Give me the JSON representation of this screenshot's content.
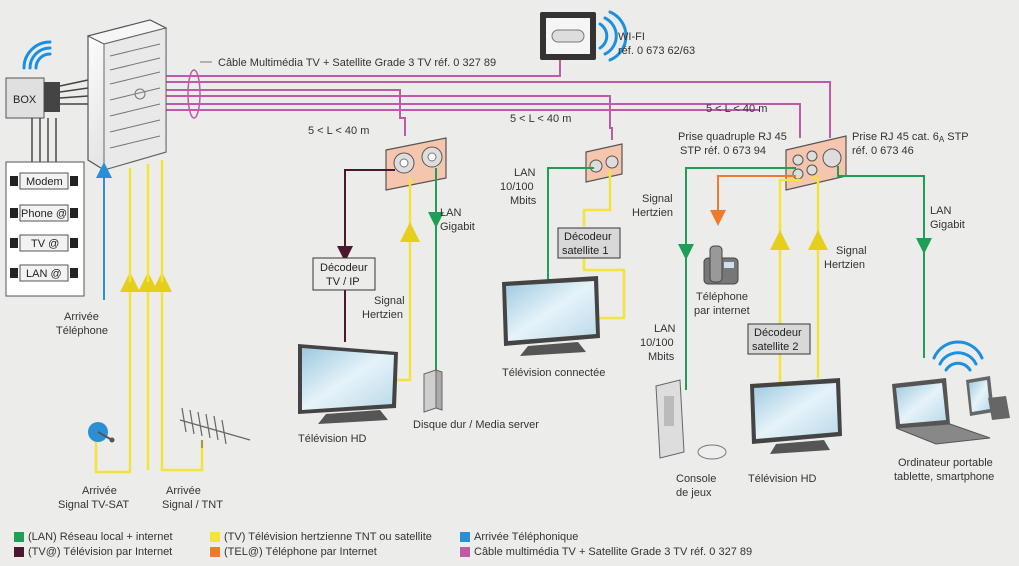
{
  "labels": {
    "box": "BOX",
    "modem": "Modem",
    "phone_at": "Phone @",
    "tv_at": "TV @",
    "lan_at": "LAN @",
    "arrivee_telephone_1": "Arrivée",
    "arrivee_telephone_2": "Téléphone",
    "arrivee_sat_1": "Arrivée",
    "arrivee_sat_2": "Signal TV-SAT",
    "arrivee_tnt_1": "Arrivée",
    "arrivee_tnt_2": "Signal / TNT",
    "cable_multimedia": "Câble Multimédia TV + Satellite Grade 3 TV réf. 0 327 89",
    "wifi_1": "WI-FI",
    "wifi_2": "réf. 0 673 62/63",
    "len_1": "5 < L < 40 m",
    "len_2": "5 < L < 40 m",
    "len_3": "5 < L < 40 m",
    "prise_quad_1": "Prise quadruple RJ 45",
    "prise_quad_2": "STP réf. 0 673 94",
    "prise_rj45_1": "Prise RJ 45 cat. 6",
    "prise_rj45_sub": "A",
    "prise_rj45_1b": " STP",
    "prise_rj45_2": "réf. 0 673 46",
    "decodeur_tvip_1": "Décodeur",
    "decodeur_tvip_2": "TV / IP",
    "lan_gigabit_a_1": "LAN",
    "lan_gigabit_a_2": "Gigabit",
    "signal_hertzien_a_1": "Signal",
    "signal_hertzien_a_2": "Hertzien",
    "tv_hd_1": "Télévision HD",
    "disque_dur": "Disque dur / Media server",
    "lan_100_a_1": "LAN",
    "lan_100_a_2": "10/100",
    "lan_100_a_3": "Mbits",
    "decodeur_sat1_1": "Décodeur",
    "decodeur_sat1_2": "satellite 1",
    "signal_hertzien_b_1": "Signal",
    "signal_hertzien_b_2": "Hertzien",
    "tv_connectee": "Télévision connectée",
    "telephone_internet_1": "Téléphone",
    "telephone_internet_2": "par internet",
    "lan_100_b_1": "LAN",
    "lan_100_b_2": "10/100",
    "lan_100_b_3": "Mbits",
    "decodeur_sat2_1": "Décodeur",
    "decodeur_sat2_2": "satellite 2",
    "signal_hertzien_c_1": "Signal",
    "signal_hertzien_c_2": "Hertzien",
    "console_1": "Console",
    "console_2": "de jeux",
    "tv_hd_2": "Télévision HD",
    "lan_gigabit_b_1": "LAN",
    "lan_gigabit_b_2": "Gigabit",
    "ordinateur_1": "Ordinateur portable",
    "ordinateur_2": "tablette, smartphone"
  },
  "legend": [
    {
      "text": "(LAN) Réseau local + internet",
      "color": "#1f9e55"
    },
    {
      "text": "(TV@) Télévision par Internet",
      "color": "#4a1930"
    },
    {
      "text": "(TV) Télévision hertzienne TNT ou satellite",
      "color": "#f3e33a"
    },
    {
      "text": "(TEL@) Téléphone par Internet",
      "color": "#f07a2c"
    },
    {
      "text": "Arrivée Téléphonique",
      "color": "#2a8fd6"
    },
    {
      "text": "Câble multimédia TV + Satellite Grade 3 TV réf. 0 327 89",
      "color": "#c05aa8"
    }
  ],
  "colors": {
    "lan": "#1f9e55",
    "tvip": "#4a1930",
    "tv": "#f3e33a",
    "tel": "#f07a2c",
    "phone": "#2a8fd6",
    "multimedia": "#c05aa8",
    "wifi": "#1b8fe0"
  }
}
